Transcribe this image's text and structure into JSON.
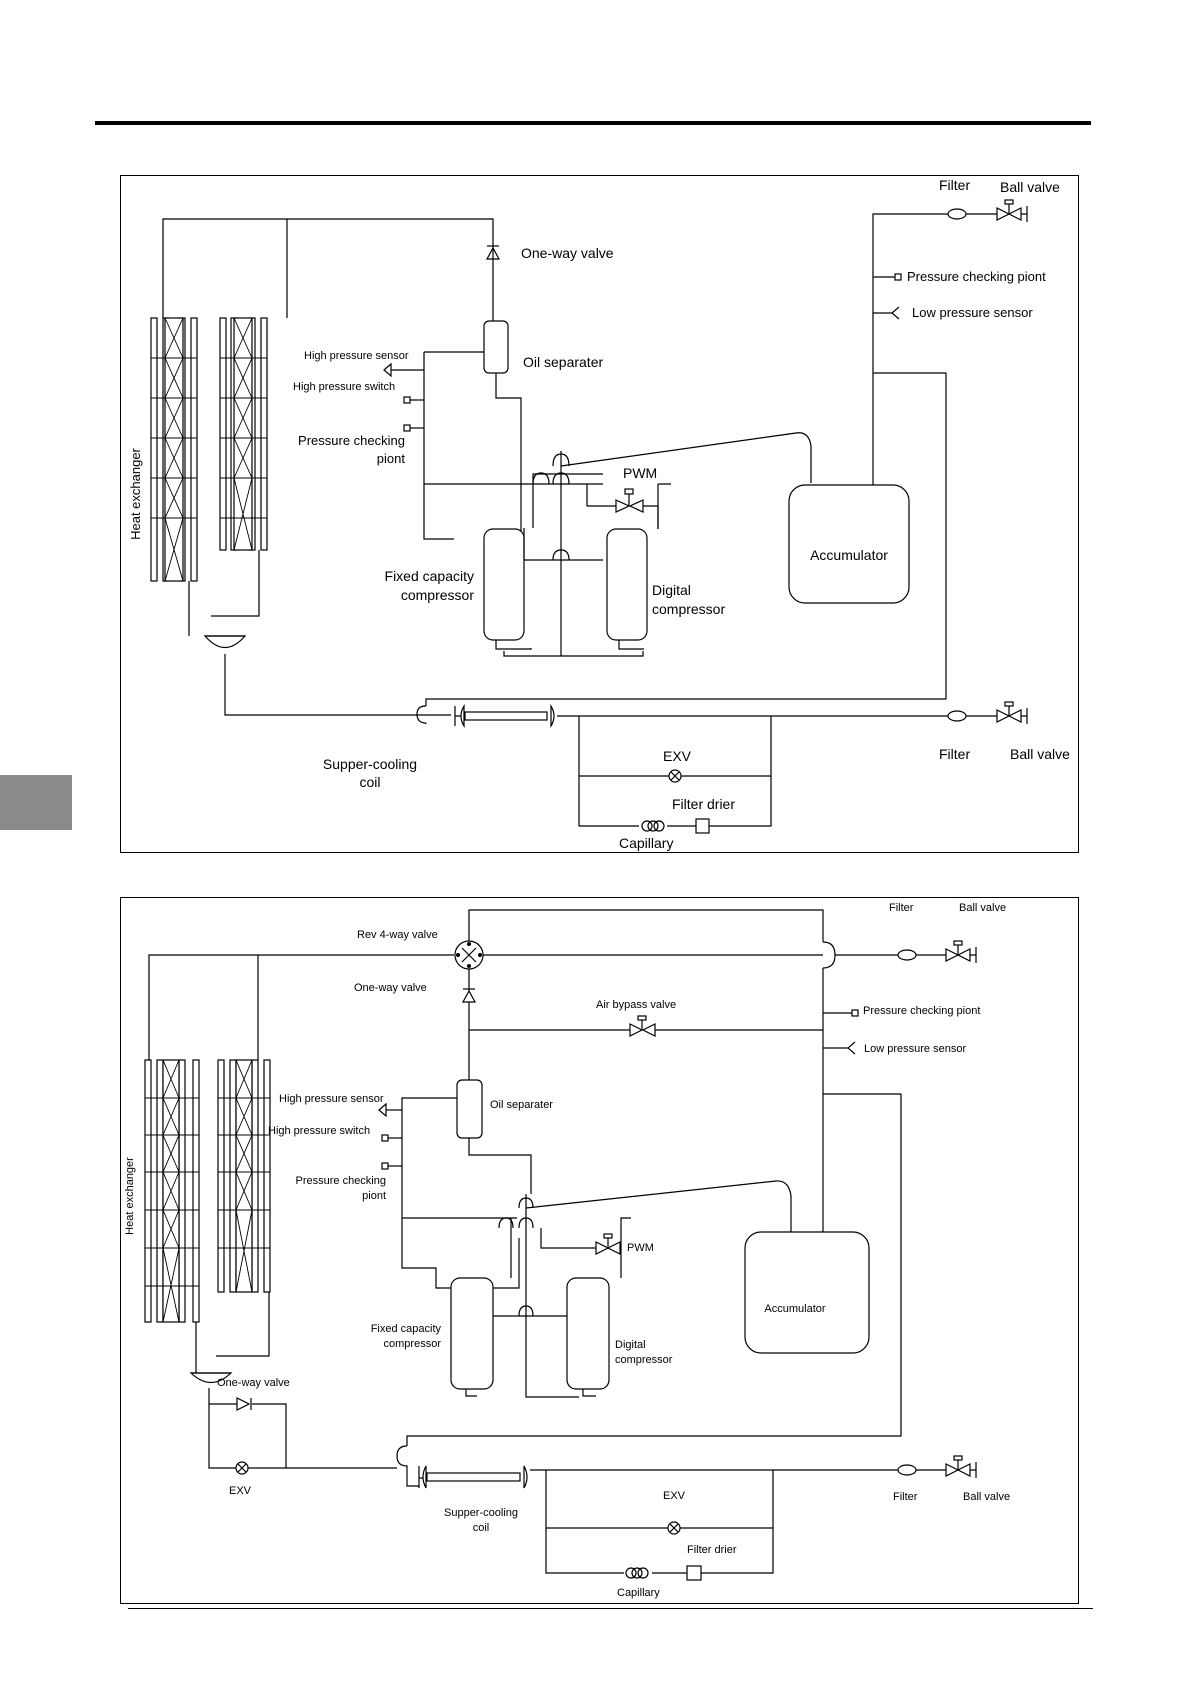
{
  "diagram_cooling": {
    "heat_exchanger": "Heat exchanger",
    "filter_top": "Filter",
    "ball_valve_top": "Ball valve",
    "one_way_valve": "One-way valve",
    "pressure_checking_point_low": "Pressure checking piont",
    "low_pressure_sensor": "Low pressure sensor",
    "high_pressure_sensor": "High pressure sensor",
    "high_pressure_switch": "High pressure switch",
    "oil_separator": "Oil separater",
    "pressure_checking_point_high_1": "Pressure checking",
    "pressure_checking_point_high_2": "piont",
    "pwm": "PWM",
    "accumulator": "Accumulator",
    "fixed_compressor_1": "Fixed capacity",
    "fixed_compressor_2": "compressor",
    "digital_compressor_1": "Digital",
    "digital_compressor_2": "compressor",
    "subcooling_coil_1": "Supper-cooling",
    "subcooling_coil_2": "coil",
    "exv": "EXV",
    "filter_bottom": "Filter",
    "ball_valve_bottom": "Ball valve",
    "filter_drier": "Filter drier",
    "capillary": "Capillary"
  },
  "diagram_reversing": {
    "heat_exchanger": "Heat exchanger",
    "filter_top": "Filter",
    "ball_valve_top": "Ball valve",
    "rev_4way_valve": "Rev 4-way valve",
    "one_way_valve_top": "One-way valve",
    "air_bypass_valve": "Air bypass valve",
    "pressure_checking_point_low": "Pressure checking piont",
    "low_pressure_sensor": "Low pressure sensor",
    "high_pressure_sensor": "High pressure sensor",
    "high_pressure_switch": "High pressure switch",
    "oil_separator": "Oil separater",
    "pressure_checking_point_high_1": "Pressure checking",
    "pressure_checking_point_high_2": "piont",
    "pwm": "PWM",
    "accumulator": "Accumulator",
    "fixed_compressor_1": "Fixed capacity",
    "fixed_compressor_2": "compressor",
    "digital_compressor_1": "Digital",
    "digital_compressor_2": "compressor",
    "one_way_valve_bottom": "One-way valve",
    "exv_left": "EXV",
    "subcooling_coil_1": "Supper-cooling",
    "subcooling_coil_2": "coil",
    "exv": "EXV",
    "filter_bottom": "Filter",
    "ball_valve_bottom": "Ball valve",
    "filter_drier": "Filter drier",
    "capillary": "Capillary"
  }
}
